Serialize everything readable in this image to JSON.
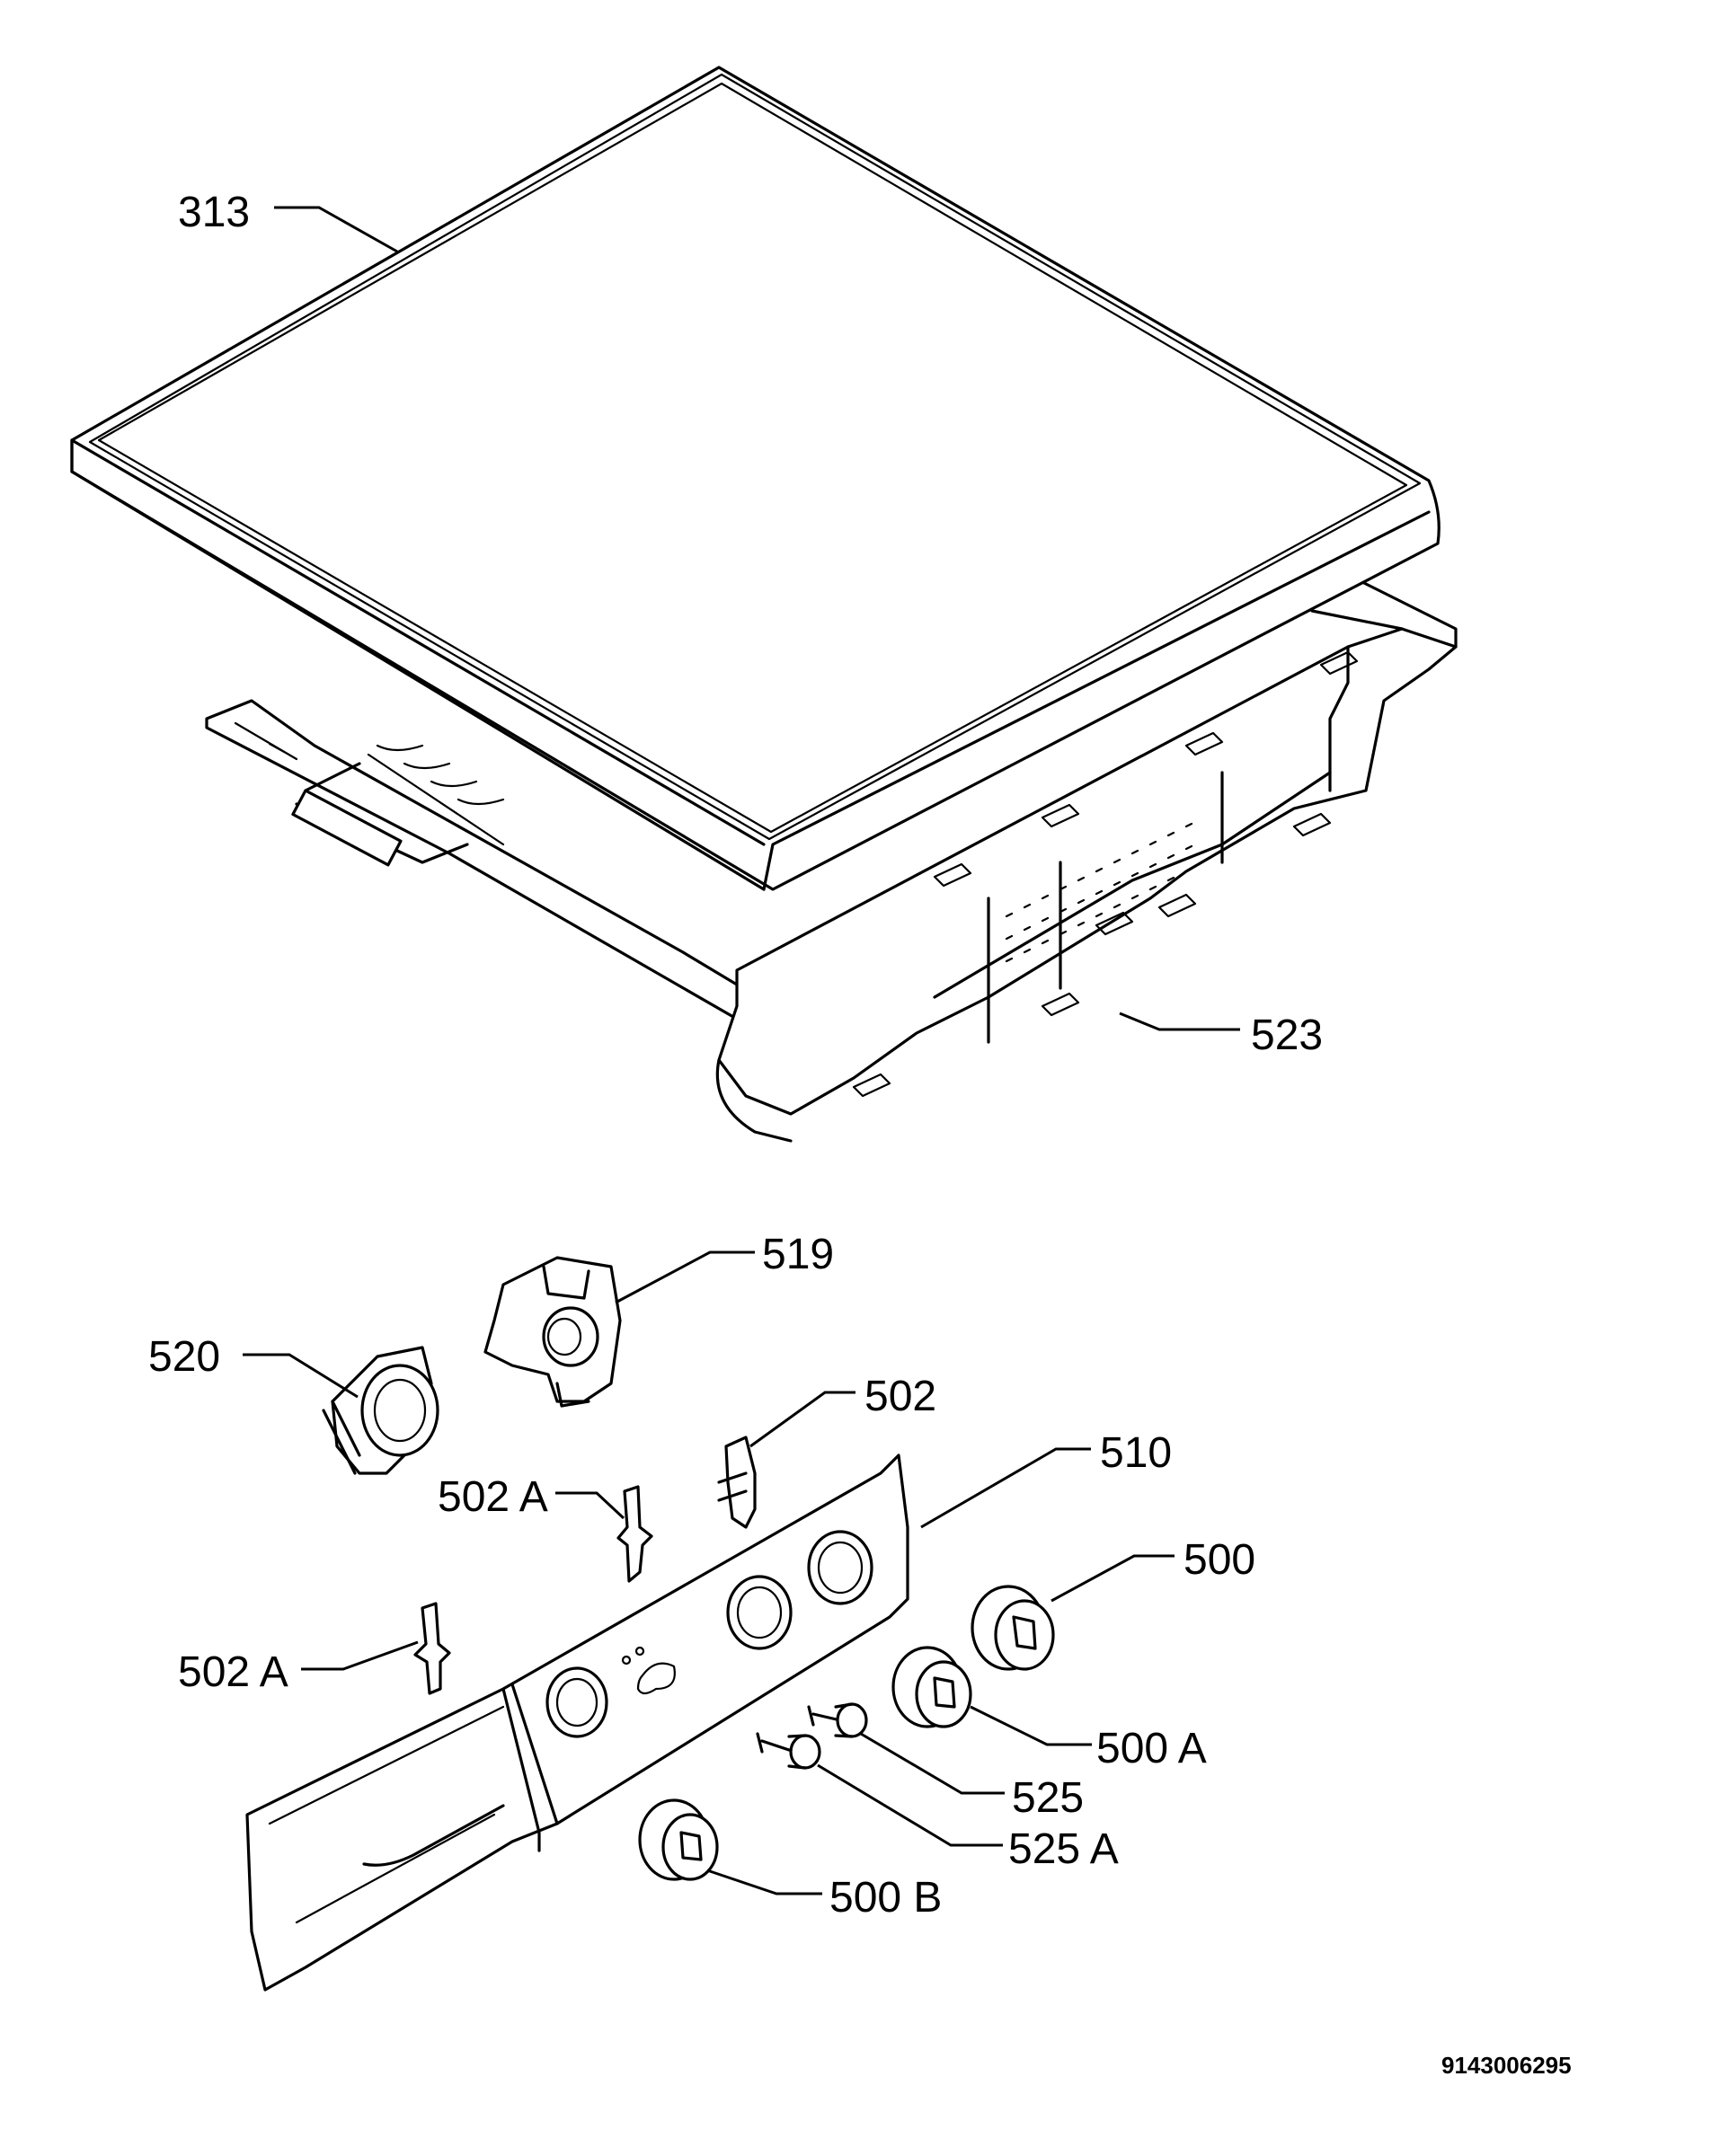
{
  "callouts": {
    "c313": "313",
    "c523": "523",
    "c519": "519",
    "c520": "520",
    "c502": "502",
    "c502a_upper": "502 A",
    "c510": "510",
    "c500": "500",
    "c502a_lower": "502 A",
    "c500a": "500 A",
    "c525": "525",
    "c525a": "525 A",
    "c500b": "500 B"
  },
  "document_code": "9143006295"
}
